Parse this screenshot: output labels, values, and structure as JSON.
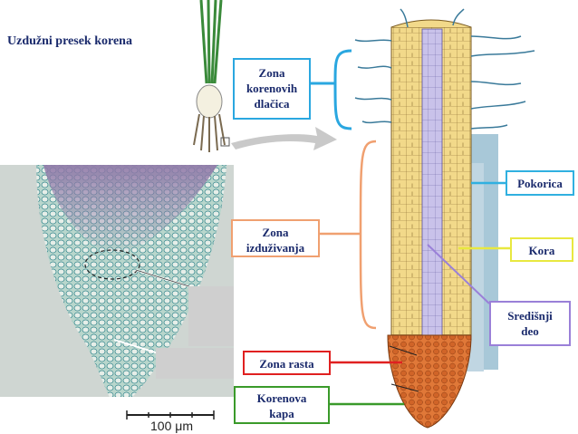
{
  "title": "Uzdužni presek korena",
  "scale_bar": {
    "label": "100 μm"
  },
  "labels": {
    "root_hairs_zone": "Zona\nkorenovih\ndlačica",
    "elongation_zone": "Zona\nizduživanja",
    "growth_zone": "Zona rasta",
    "root_cap": "Korenova\nkapa",
    "epidermis": "Pokorica",
    "cortex": "Kora",
    "central_part": "Središnji\ndeo"
  },
  "colors": {
    "title": "#1a2a6c",
    "root_hairs_line": "#2aa7e0",
    "elongation_line": "#f0a070",
    "growth_line": "#e02020",
    "root_cap_line": "#3a9a2a",
    "epidermis_box": "#30b0e0",
    "cortex_box": "#e8e840",
    "central_box": "#9a80d8"
  }
}
